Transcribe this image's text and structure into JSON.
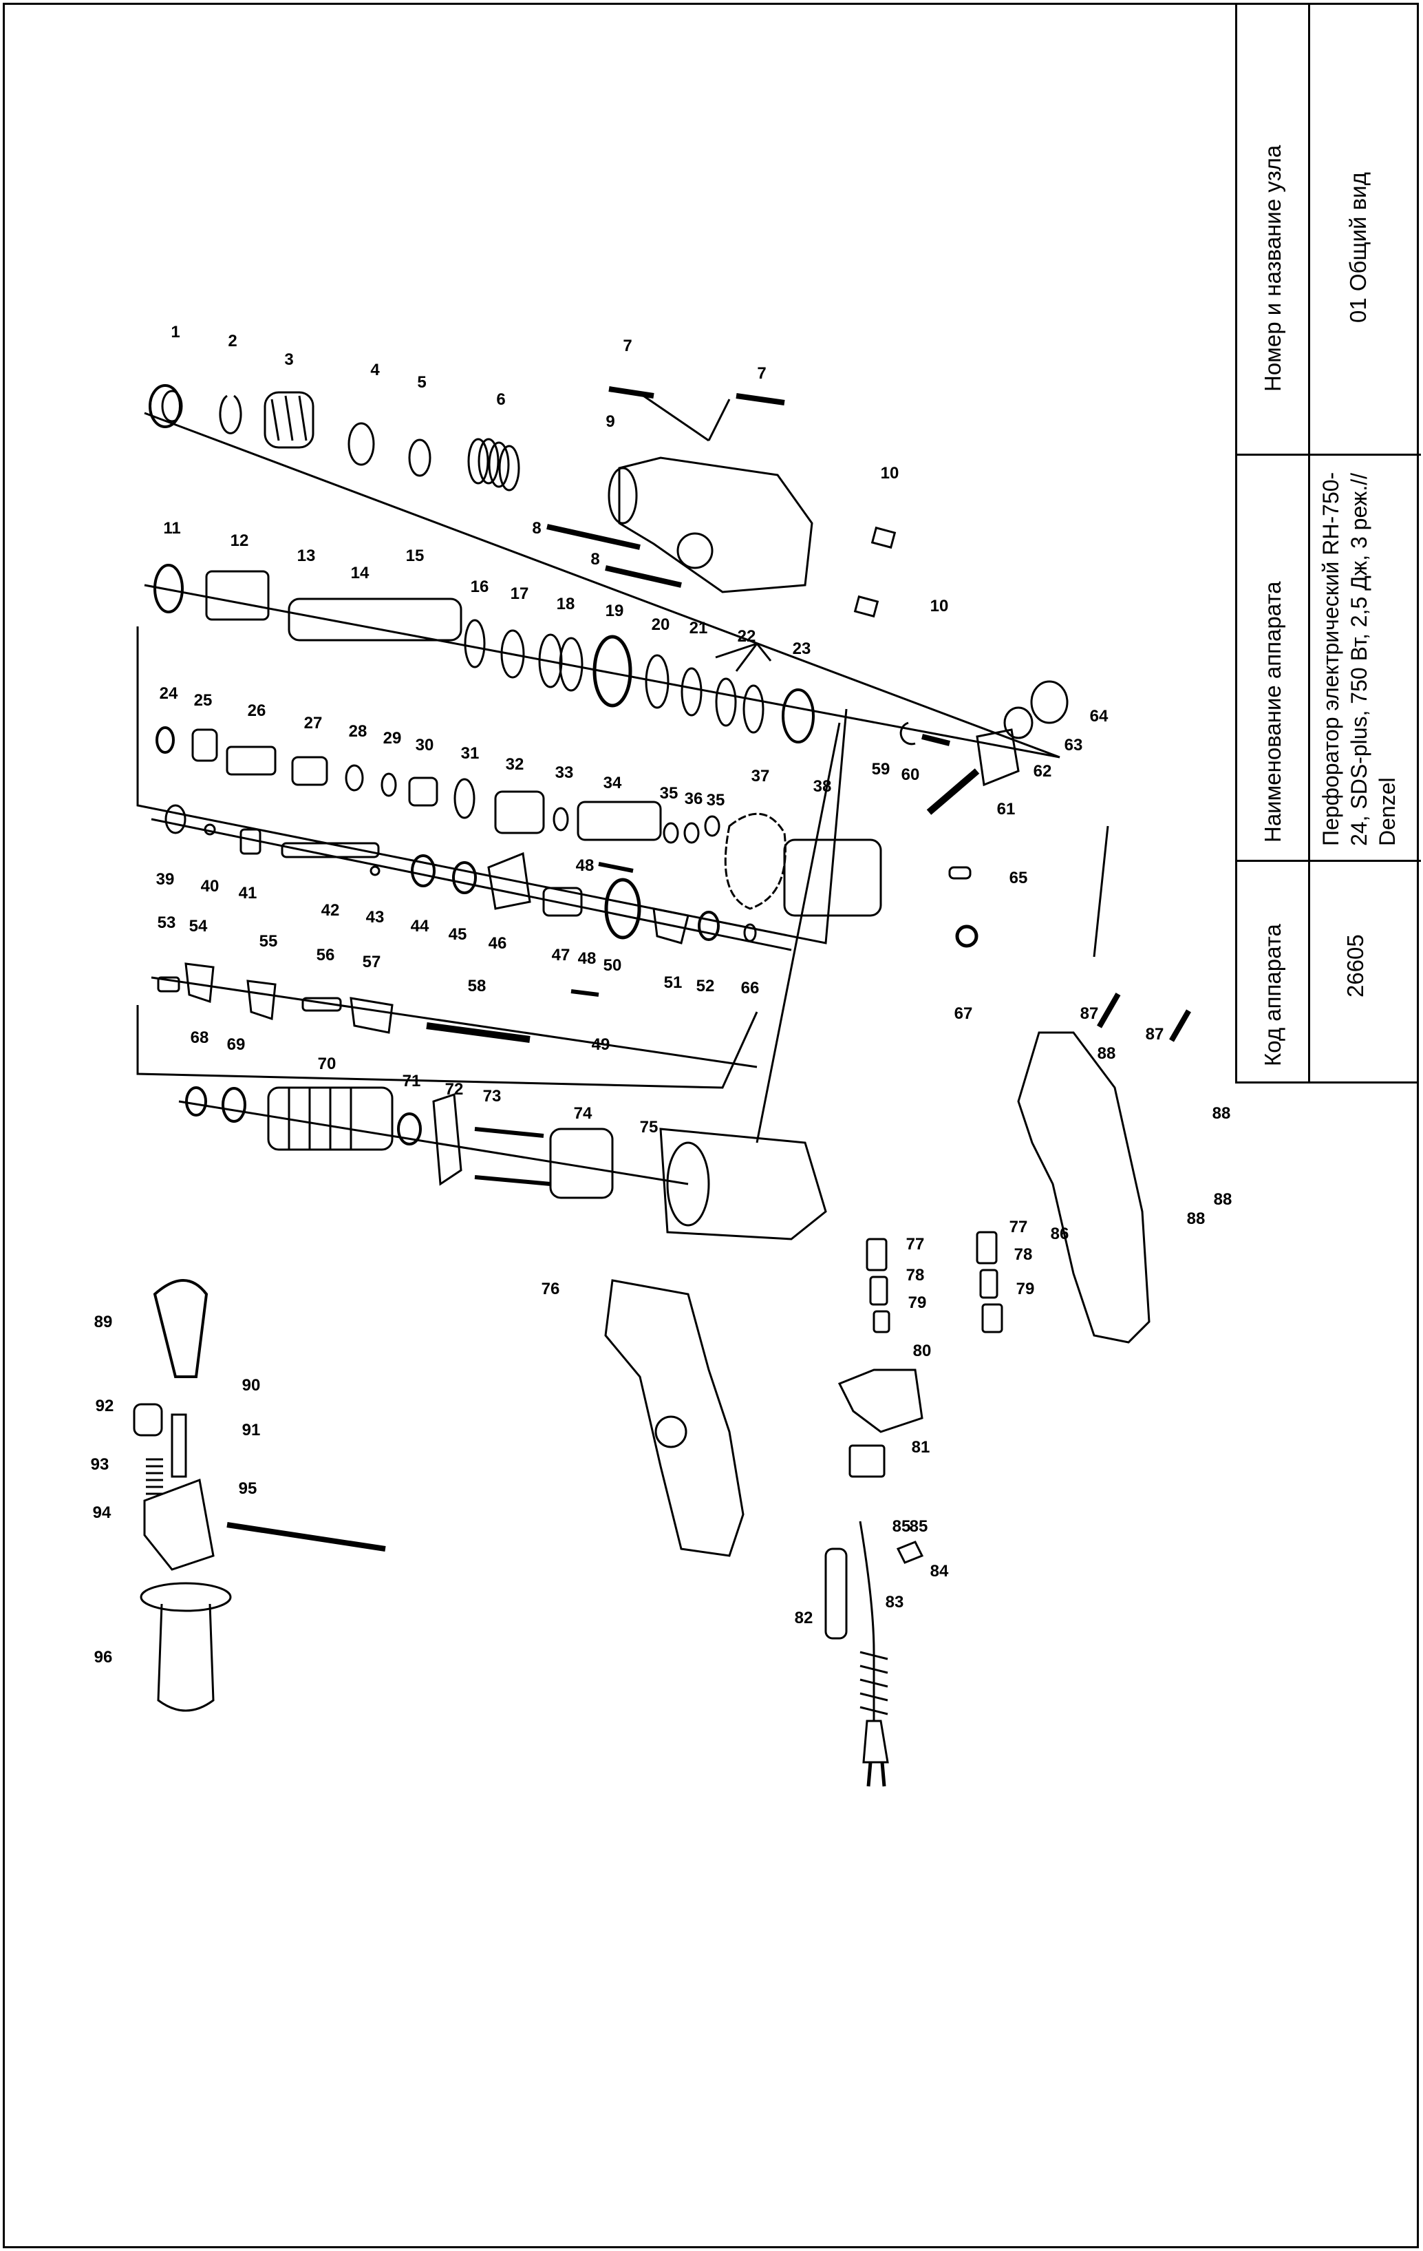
{
  "title_block": {
    "code_header": "Код аппарата",
    "code_value": "26605",
    "name_header": "Наименование аппарата",
    "name_value": "Перфоратор электрический RH-750-24, SDS-plus, 750 Вт, 2,5 Дж, 3 реж.// Denzel",
    "unit_header": "Номер и название узла",
    "unit_value": "01 Общий вид"
  },
  "callouts": [
    "1",
    "2",
    "3",
    "4",
    "5",
    "6",
    "7",
    "7",
    "8",
    "8",
    "9",
    "10",
    "10",
    "11",
    "12",
    "13",
    "14",
    "15",
    "16",
    "17",
    "18",
    "19",
    "20",
    "21",
    "22",
    "23",
    "24",
    "25",
    "26",
    "27",
    "28",
    "29",
    "30",
    "31",
    "32",
    "33",
    "34",
    "35",
    "36",
    "35",
    "37",
    "38",
    "39",
    "40",
    "41",
    "42",
    "43",
    "44",
    "45",
    "46",
    "47",
    "48",
    "48",
    "49",
    "50",
    "51",
    "52",
    "53",
    "54",
    "55",
    "56",
    "57",
    "58",
    "59",
    "60",
    "61",
    "62",
    "63",
    "64",
    "65",
    "66",
    "67",
    "68",
    "69",
    "70",
    "71",
    "72",
    "73",
    "74",
    "75",
    "76",
    "77",
    "78",
    "79",
    "77",
    "78",
    "79",
    "80",
    "81",
    "82",
    "83",
    "84",
    "85",
    "85",
    "86",
    "87",
    "87",
    "88",
    "88",
    "88",
    "88",
    "89",
    "90",
    "91",
    "92",
    "93",
    "94",
    "95",
    "96"
  ]
}
